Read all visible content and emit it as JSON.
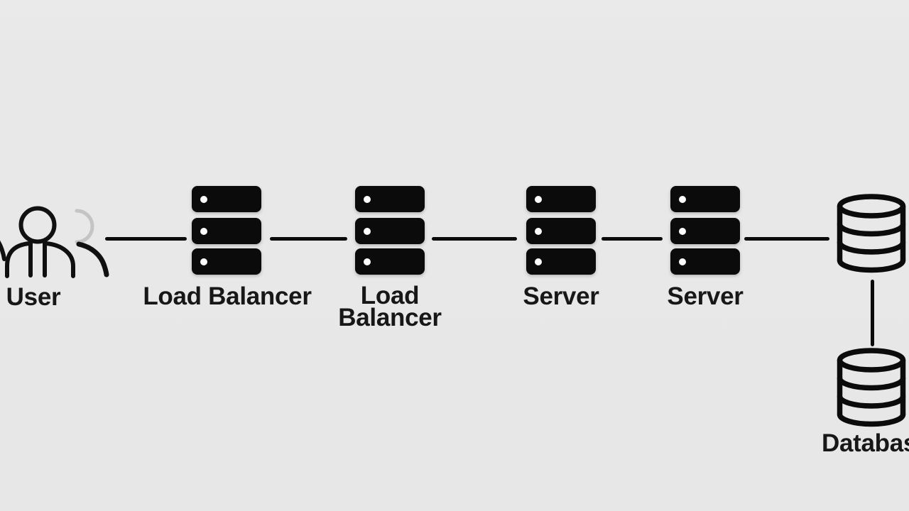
{
  "diagram": {
    "background_color": "#e8e8e8",
    "shape_color": "#0b0b0b",
    "text_color": "#171717",
    "faded_stroke_color": "#c4c4c4",
    "nodes": [
      {
        "id": "user",
        "icon": "users-icon",
        "label": "User"
      },
      {
        "id": "load-balancer-1",
        "icon": "server-rack-icon",
        "label": "Load Balancer"
      },
      {
        "id": "load-balancer-2",
        "icon": "server-rack-icon",
        "label": "Load Balancer"
      },
      {
        "id": "server-1",
        "icon": "server-rack-icon",
        "label": "Server"
      },
      {
        "id": "server-2",
        "icon": "server-rack-icon",
        "label": "Server"
      },
      {
        "id": "database-top",
        "icon": "database-icon",
        "label": ""
      },
      {
        "id": "database-bottom",
        "icon": "database-icon",
        "label": "Database"
      }
    ],
    "edges": [
      {
        "from": "user",
        "to": "load-balancer-1"
      },
      {
        "from": "load-balancer-1",
        "to": "load-balancer-2"
      },
      {
        "from": "load-balancer-2",
        "to": "server-1"
      },
      {
        "from": "server-1",
        "to": "server-2"
      },
      {
        "from": "server-2",
        "to": "database-top"
      },
      {
        "from": "database-top",
        "to": "database-bottom"
      }
    ]
  }
}
